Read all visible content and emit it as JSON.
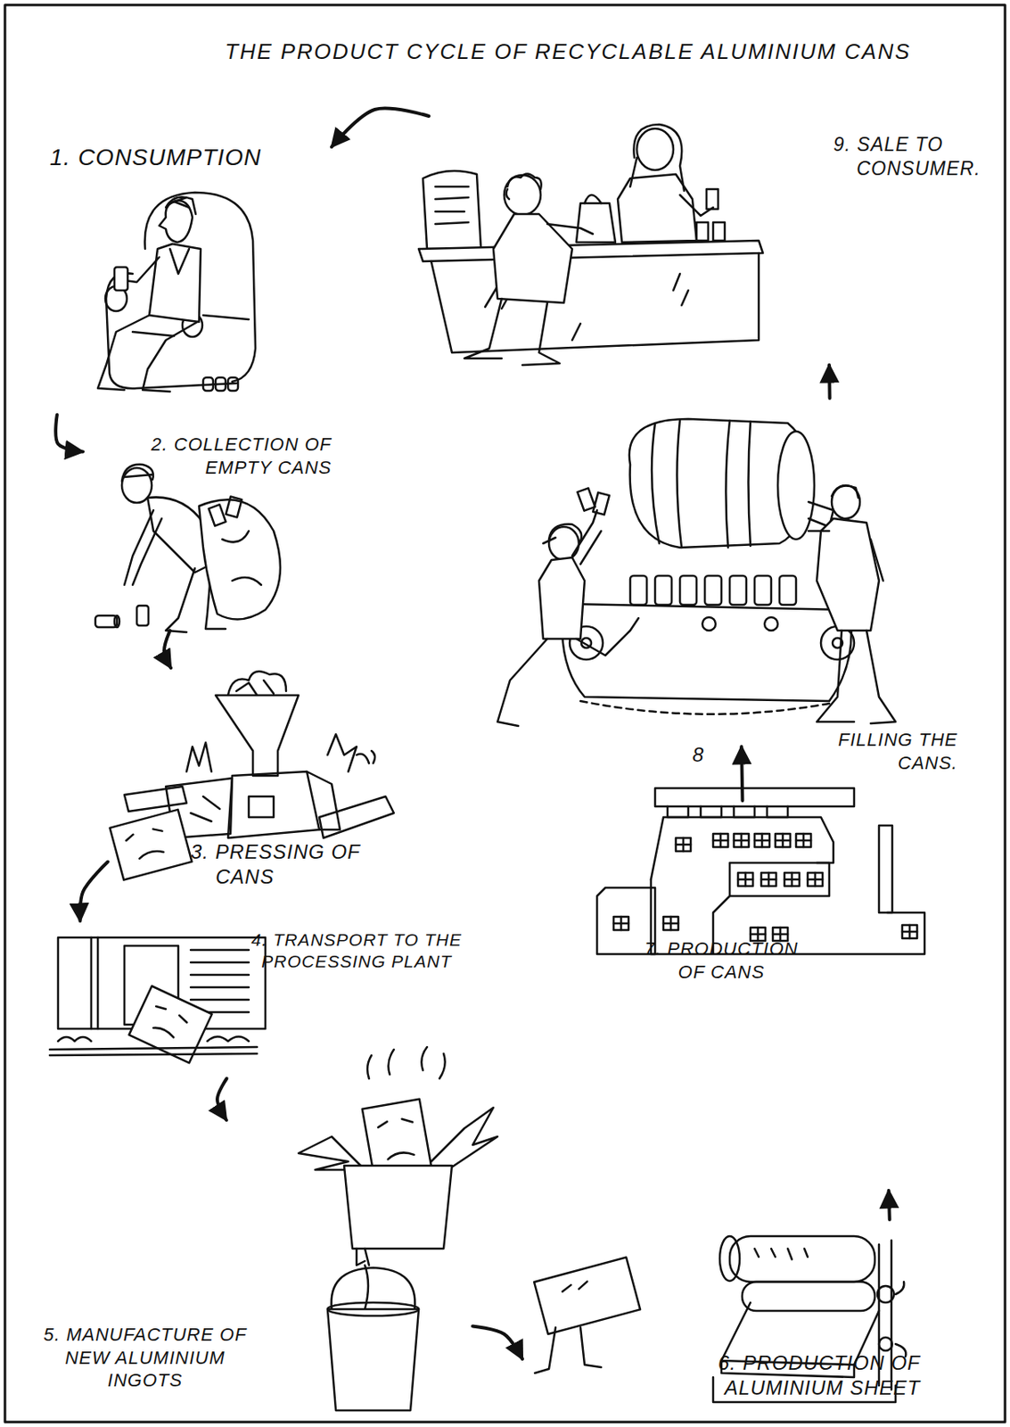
{
  "diagram": {
    "title": "THE PRODUCT CYCLE OF RECYCLABLE ALUMINIUM CANS",
    "nodes": [
      {
        "text": [
          "1. CONSUMPTION"
        ]
      },
      {
        "text": [
          "2. COLLECTION OF EMPTY CANS"
        ]
      },
      {
        "text": [
          "3. PRESSING OF CANS"
        ]
      },
      {
        "text": [
          "4. TRANSPORT TO THE PROCESSING PLANT"
        ]
      },
      {
        "text": [
          "5. MANUFACTURE OF NEW ALUMINIUM INGOTS"
        ]
      },
      {
        "text": [
          "6. PRODUCTION OF ALUMINIUM SHEET"
        ]
      },
      {
        "text": [
          "7. PRODUCTION OF CANS"
        ]
      },
      {
        "text": [
          "8",
          "FILLING THE CANS."
        ]
      },
      {
        "text": [
          "9. SALE TO CONSUMER."
        ]
      }
    ],
    "edges": [
      {
        "from": 0,
        "to": 1,
        "arrow": "to"
      },
      {
        "from": 1,
        "to": 2,
        "arrow": "to"
      },
      {
        "from": 2,
        "to": 3,
        "arrow": "to"
      },
      {
        "from": 3,
        "to": 4,
        "arrow": "to"
      },
      {
        "from": 4,
        "to": 5,
        "arrow": "to"
      },
      {
        "from": 5,
        "to": 6,
        "arrow": "to"
      },
      {
        "from": 6,
        "to": 7,
        "arrow": "to"
      },
      {
        "from": 7,
        "to": 8,
        "arrow": "to"
      },
      {
        "from": 8,
        "to": 0,
        "arrow": "to"
      }
    ]
  }
}
